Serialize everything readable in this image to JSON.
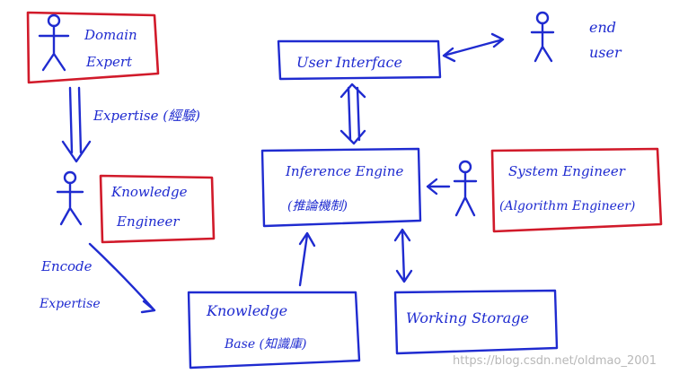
{
  "labels": {
    "domain_expert_line1": "Domain",
    "domain_expert_line2": "Expert",
    "expertise": "Expertise (經驗)",
    "knowledge_engineer_line1": "Knowledge",
    "knowledge_engineer_line2": "Engineer",
    "encode_line1": "Encode",
    "encode_line2": "Expertise",
    "user_interface": "User Interface",
    "end_user_line1": "end",
    "end_user_line2": "user",
    "inference_engine_line1": "Inference Engine",
    "inference_engine_line2": "(推論機制)",
    "system_engineer_line1": "System Engineer",
    "system_engineer_line2": "(Algorithm Engineer)",
    "knowledge_base_line1": "Knowledge",
    "knowledge_base_line2": "Base (知識庫)",
    "working_storage": "Working Storage"
  },
  "watermark": "https://blog.csdn.net/oldmao_2001",
  "colors": {
    "ink": "#1f2bd0",
    "role_box": "#d11a2a"
  }
}
